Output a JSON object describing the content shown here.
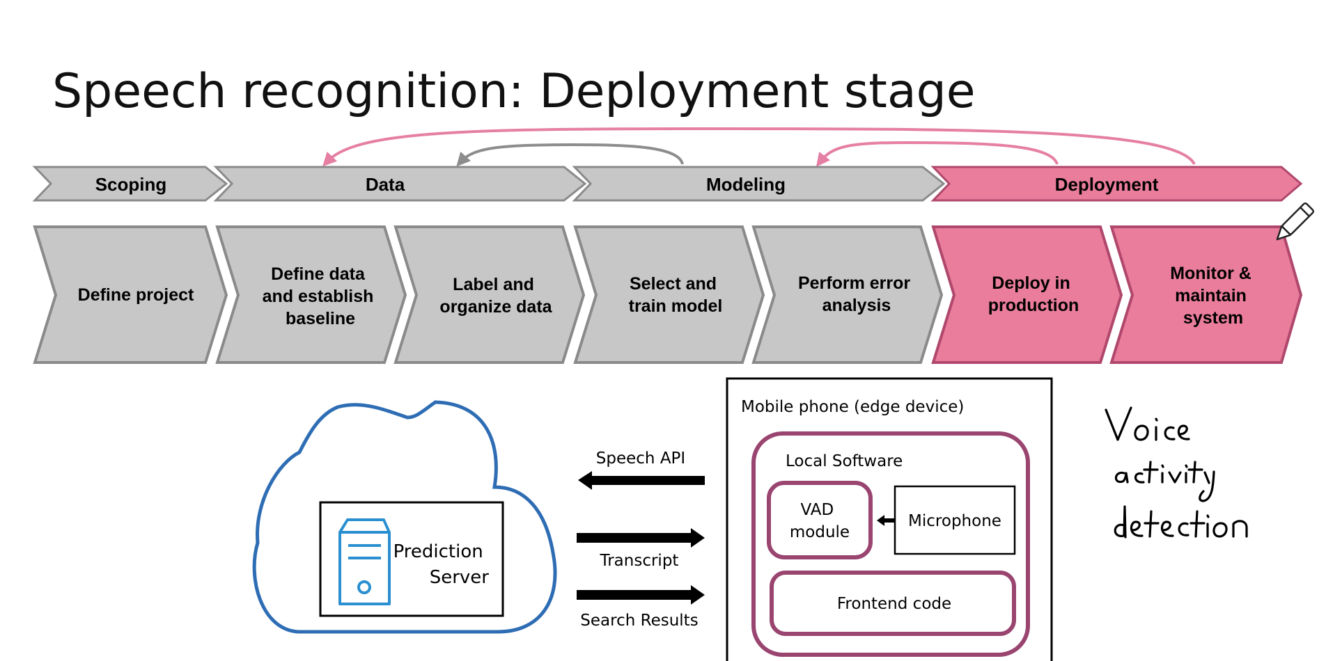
{
  "title": "Speech recognition: Deployment stage",
  "colors": {
    "gray_fill": "#c7c7c7",
    "gray_stroke": "#8a8a8a",
    "pink_fill": "#e97d9b",
    "pink_stroke": "#b0476c",
    "cloud_blue": "#2e6db4",
    "server_blue": "#2a8fd0",
    "maroon": "#9a4470",
    "arrow_pink": "#e57fa3",
    "arrow_gray": "#8d8d8d"
  },
  "phases": [
    {
      "label": "Scoping"
    },
    {
      "label": "Data"
    },
    {
      "label": "Modeling"
    },
    {
      "label": "Deployment"
    }
  ],
  "steps": [
    {
      "lines": [
        "Define project"
      ]
    },
    {
      "lines": [
        "Define data",
        "and establish",
        "baseline"
      ]
    },
    {
      "lines": [
        "Label and",
        "organize data"
      ]
    },
    {
      "lines": [
        "Select and",
        "train model"
      ]
    },
    {
      "lines": [
        "Perform error",
        "analysis"
      ]
    },
    {
      "lines": [
        "Deploy in",
        "production"
      ]
    },
    {
      "lines": [
        "Monitor &",
        "maintain",
        "system"
      ]
    }
  ],
  "cloud": {
    "server_lines": [
      "Prediction",
      "Server"
    ],
    "icon": "server-icon"
  },
  "connections": [
    {
      "label": "Speech API",
      "direction": "to-cloud"
    },
    {
      "label": "Transcript",
      "direction": "to-device"
    },
    {
      "label": "Search Results",
      "direction": "to-device"
    }
  ],
  "device": {
    "title": "Mobile phone (edge device)",
    "software_label": "Local Software",
    "vad_lines": [
      "VAD",
      "module"
    ],
    "microphone": "Microphone",
    "frontend": "Frontend code"
  },
  "annotation": {
    "lines": [
      "Voice",
      "activity",
      "detection"
    ]
  },
  "pencil_icon": "pencil-icon"
}
